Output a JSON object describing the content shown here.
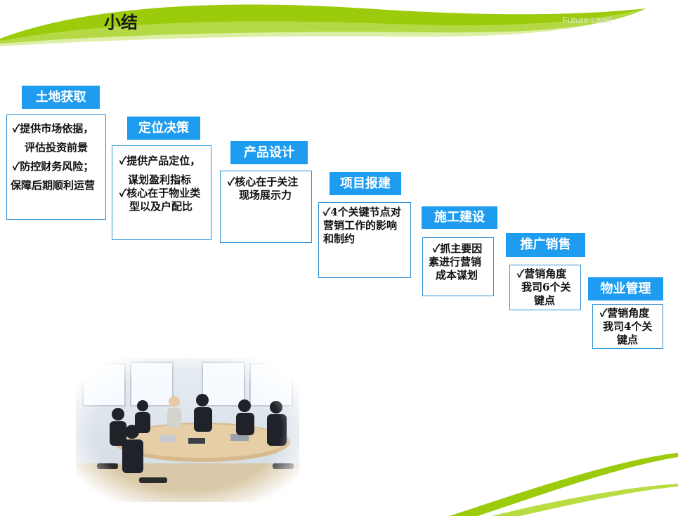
{
  "header": {
    "title": "小结",
    "watermark": "Future Land"
  },
  "stages": [
    {
      "label": "土地获取",
      "lines": [
        "✓提供市场依据，",
        "评估投资前景",
        "✓防控财务风险；",
        "保障后期顺利运营"
      ]
    },
    {
      "label": "定位决策",
      "lines": [
        "✓提供产品定位，",
        "谋划盈利指标",
        "✓核心在于物业类",
        "型以及户配比"
      ]
    },
    {
      "label": "产品设计",
      "lines": [
        "✓核心在于关注",
        "现场展示力"
      ]
    },
    {
      "label": "项目报建",
      "lines": [
        "✓4个关键节点对",
        "营销工作的影响",
        "和制约"
      ]
    },
    {
      "label": "施工建设",
      "lines": [
        "✓抓主要因",
        "素进行营销",
        "成本谋划"
      ]
    },
    {
      "label": "推广销售",
      "lines": [
        "✓营销角度",
        "我司6个关",
        "键点"
      ]
    },
    {
      "label": "物业管理",
      "lines": [
        "✓营销角度",
        "我司4个关",
        "键点"
      ]
    }
  ],
  "colors": {
    "label_bg": "#1e9cf0",
    "box_border": "#2a8fd8",
    "swoosh": "#99cc00"
  },
  "image": {
    "subject": "business meeting photo"
  }
}
